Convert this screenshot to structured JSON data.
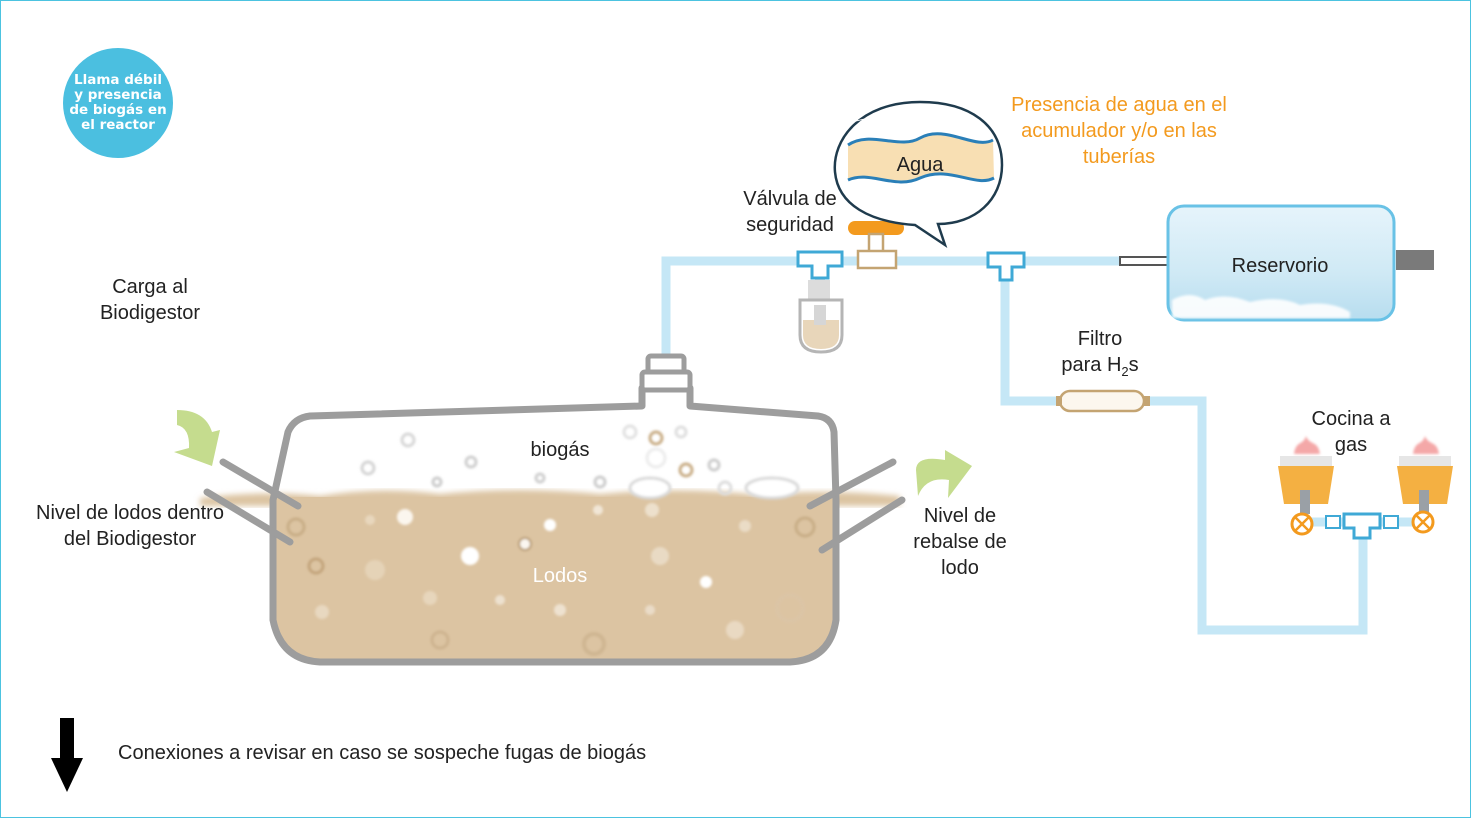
{
  "badge": {
    "text": "Llama débil y presencia de biogás en el reactor"
  },
  "labels": {
    "carga": "Carga al Biodigestor",
    "nivel_lodos": "Nivel de lodos dentro del Biodigestor",
    "biogas": "biogás",
    "lodos": "Lodos",
    "rebalse": "Nivel de rebalse de lodo",
    "valvula": "Válvula de seguridad",
    "agua": "Agua",
    "presencia_agua": "Presencia de agua en el acumulador y/o en las tuberías",
    "reservorio": "Reservorio",
    "filtro_line1": "Filtro",
    "filtro_line2_prefix": "para H",
    "filtro_sub": "2",
    "filtro_suffix": "s",
    "cocina": "Cocina a gas"
  },
  "legend": {
    "text": "Conexiones a revisar en caso se sospeche fugas de biogás"
  },
  "colors": {
    "pipe": "#c5e7f6",
    "sludge": "#dcc4a2",
    "tank_outline": "#9d9d9d",
    "accent_orange": "#f39a1e",
    "badge_blue": "#4bbfe0",
    "arrow_green": "#c5dc8e",
    "burner_orange": "#f4b042"
  }
}
